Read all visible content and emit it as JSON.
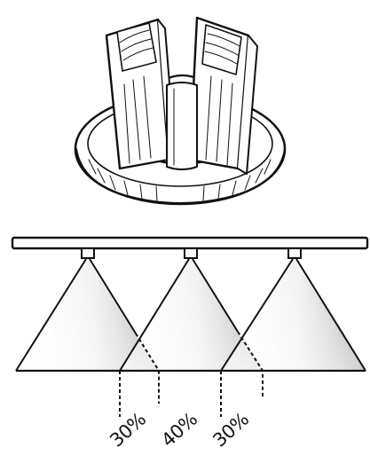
{
  "diagram": {
    "overlap_labels": [
      "30%",
      "40%",
      "30%"
    ],
    "nozzle_count": 3,
    "colors": {
      "ink": "#111111",
      "background": "#ffffff",
      "shade": "#9a9a9a"
    }
  },
  "icons": {
    "nozzle_illustration": "spray-nozzle-icon"
  }
}
